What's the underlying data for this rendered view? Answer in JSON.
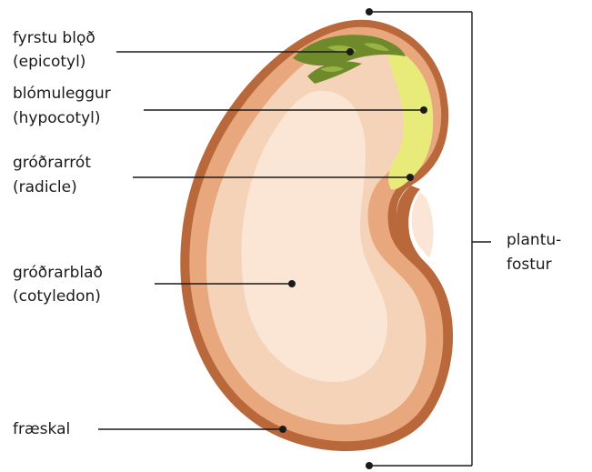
{
  "labels": {
    "epicotyl": {
      "line1": "fyrstu blǫð",
      "line2": "(epicotyl)"
    },
    "hypocotyl": {
      "line1": "blómuleggur",
      "line2": "(hypocotyl)"
    },
    "radicle": {
      "line1": "gróðrarrót",
      "line2": "(radicle)"
    },
    "cotyledon": {
      "line1": "gróðrarblað",
      "line2": "(cotyledon)"
    },
    "seed_coat": {
      "line1": "fræskal"
    },
    "embryo": {
      "line1": "plantu-",
      "line2": "fostur"
    }
  },
  "colors": {
    "seed_coat": "#b8683a",
    "seed_coat_inner": "#e9a77d",
    "cotyledon": "#f4d3b8",
    "cotyledon_light": "#fbe6d6",
    "hypocotyl": "#e8ea7a",
    "epicotyl": "#6f8a2a",
    "epicotyl_light": "#9bb344",
    "ink": "#1a1a1a"
  }
}
